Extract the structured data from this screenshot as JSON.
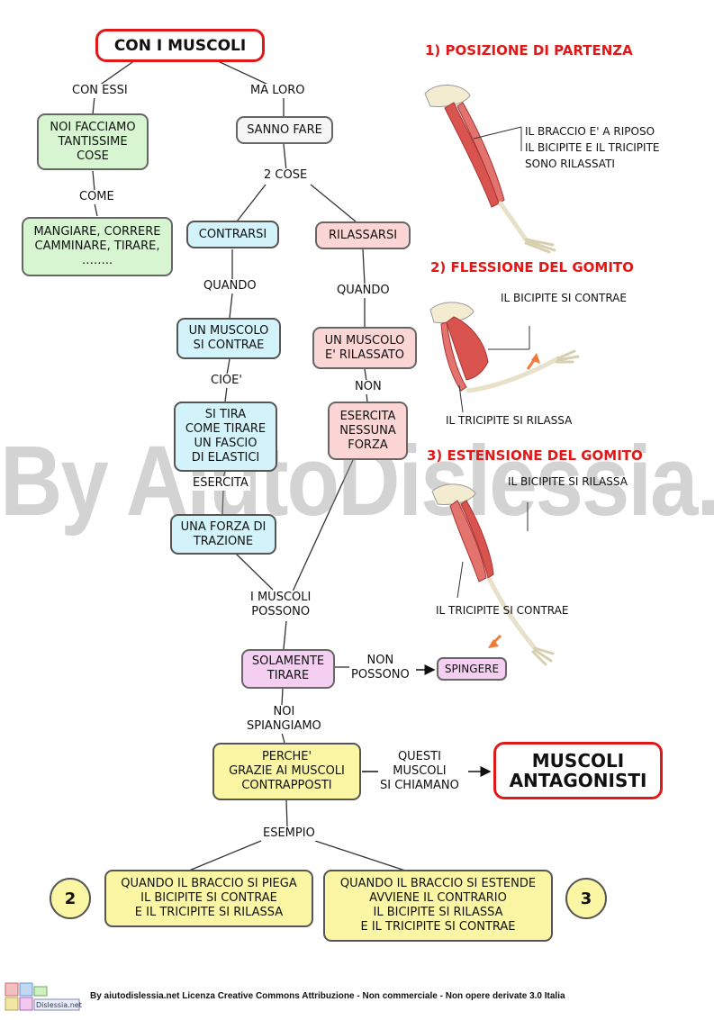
{
  "map": {
    "title": "CON I MUSCOLI",
    "links": {
      "con_essi": "CON ESSI",
      "ma_loro": "MA LORO",
      "come": "COME",
      "due_cose": "2 COSE",
      "quando_left": "QUANDO",
      "quando_right": "QUANDO",
      "cioe": "CIOE'",
      "non": "NON",
      "esercita": "ESERCITA",
      "i_muscoli_possono": "I MUSCOLI\nPOSSONO",
      "non_possono": "NON\nPOSSONO",
      "noi_spingiamo": "NOI\nSPIANGIAMO",
      "questi_muscoli": "QUESTI\nMUSCOLI\nSI CHIAMANO",
      "esempio": "ESEMPIO"
    },
    "nodes": {
      "noi_facciamo": "NOI FACCIAMO\nTANTISSIME\nCOSE",
      "mangiare": "MANGIARE, CORRERE\nCAMMINARE, TIRARE,\n……..",
      "sanno_fare": "SANNO FARE",
      "contrarsi": "CONTRARSI",
      "rilassarsi": "RILASSARSI",
      "muscolo_contrae": "UN MUSCOLO\nSI CONTRAE",
      "muscolo_rilassato": "UN MUSCOLO\nE' RILASSATO",
      "si_tira": "SI TIRA\nCOME TIRARE\nUN FASCIO\nDI ELASTICI",
      "esercita_nessuna": "ESERCITA\nNESSUNA\nFORZA",
      "forza_trazione": "UNA FORZA DI\nTRAZIONE",
      "solamente_tirare": "SOLAMENTE\nTIRARE",
      "spingere": "SPINGERE",
      "perche": "PERCHE'\nGRAZIE AI MUSCOLI\nCONTRAPPOSTI",
      "antagonisti": "MUSCOLI\nANTAGONISTI",
      "braccio_piega": "QUANDO IL BRACCIO SI PIEGA\nIL BICIPITE SI CONTRAE\nE IL TRICIPITE SI RILASSA",
      "braccio_estende": "QUANDO IL BRACCIO SI ESTENDE\nAVVIENE IL CONTRARIO\nIL BICIPITE SI RILASSA\nE IL TRICIPITE SI CONTRAE"
    },
    "badges": {
      "two": "2",
      "three": "3"
    }
  },
  "figures": {
    "step1": {
      "title": "1) POSIZIONE DI PARTENZA",
      "note": "IL BRACCIO E' A RIPOSO\nIL BICIPITE E IL TRICIPITE\nSONO RILASSATI"
    },
    "step2": {
      "title": "2) FLESSIONE DEL GOMITO",
      "note_top": "IL BICIPITE SI CONTRAE",
      "note_bottom": "IL TRICIPITE SI RILASSA"
    },
    "step3": {
      "title": "3) ESTENSIONE DEL GOMITO",
      "note_top": "IL BICIPITE SI RILASSA",
      "note_bottom": "IL TRICIPITE SI CONTRAE"
    }
  },
  "watermark": "By AiutoDislessia.net",
  "footer": "By aiutodislessia.net Licenza Creative Commons Attribuzione - Non commerciale - Non opere derivate 3.0 Italia",
  "colors": {
    "accent_red": "#e01818",
    "muscle": "#d9534f",
    "arrow": "#f07a3a"
  }
}
